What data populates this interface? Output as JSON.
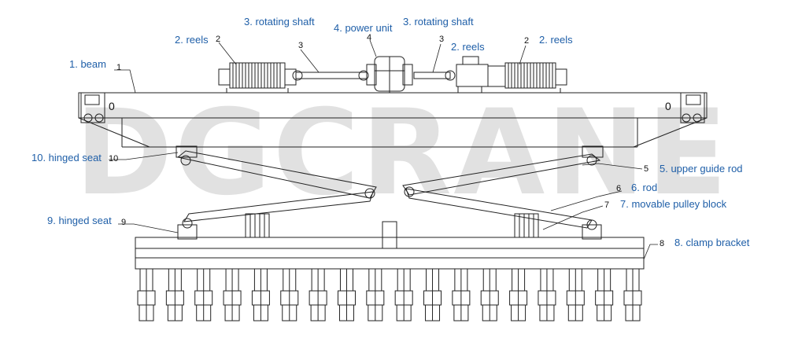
{
  "watermark": "DGCRANE",
  "colors": {
    "label": "#1f5fa8",
    "line": "#222222",
    "watermark": "#c9c9c9"
  },
  "parts": [
    {
      "id": "beam",
      "label": "1. beam",
      "number": "1"
    },
    {
      "id": "reels-left",
      "label": "2. reels",
      "number": "2"
    },
    {
      "id": "shaft-left",
      "label": "3. rotating shaft",
      "number": "3"
    },
    {
      "id": "power-unit",
      "label": "4. power unit",
      "number": "4"
    },
    {
      "id": "shaft-right",
      "label": "3. rotating shaft",
      "number": "3"
    },
    {
      "id": "reels-mid",
      "label": "2. reels",
      "number": "2"
    },
    {
      "id": "reels-right",
      "label": "2. reels",
      "number": "2"
    },
    {
      "id": "upper-guide-rod",
      "label": "5. upper guide rod",
      "number": "5"
    },
    {
      "id": "rod",
      "label": "6. rod",
      "number": "6"
    },
    {
      "id": "movable-pulley-block",
      "label": "7. movable pulley block",
      "number": "7"
    },
    {
      "id": "clamp-bracket",
      "label": "8. clamp bracket",
      "number": "8"
    },
    {
      "id": "hinged-seat-lower",
      "label": "9. hinged seat",
      "number": "9"
    },
    {
      "id": "hinged-seat-upper",
      "label": "10. hinged seat",
      "number": "10"
    }
  ],
  "beam_markers": [
    "0",
    "0"
  ]
}
